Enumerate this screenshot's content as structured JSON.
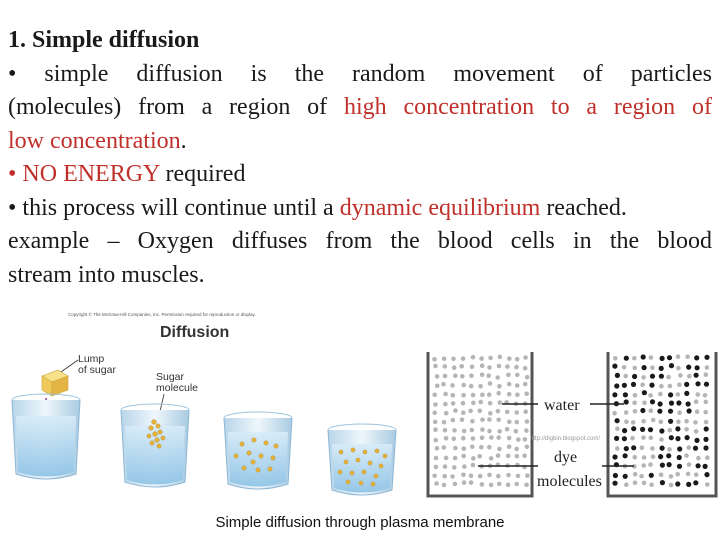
{
  "slide": {
    "title": "1. Simple diffusion",
    "line1": "• simple diffusion is the random movement of particles",
    "line2_a": "(molecules) from a region of ",
    "line2_b": "high concentration to a region of",
    "line3_a": "low concentration",
    "line3_b": ".",
    "line4_a": "• NO ENERGY",
    "line4_b": " required",
    "line5_a": "• this process will continue until a ",
    "line5_b": "dynamic equilibrium",
    "line5_c": " reached.",
    "line6": "example – Oxygen diffuses from the blood cells in the blood",
    "line7": "stream into muscles."
  },
  "left_figure": {
    "copyright": "Copyright © The McGraw-Hill Companies, Inc. Permission required for reproduction or display.",
    "heading": "Diffusion",
    "label_lump_1": "Lump",
    "label_lump_2": "of sugar",
    "label_sugar_1": "Sugar",
    "label_sugar_2": "molecule"
  },
  "right_figure": {
    "label_water": "water",
    "label_dye_1": "dye",
    "label_dye_2": "molecules",
    "watermark": "http://digbin.blogspot.com/"
  },
  "caption": "Simple diffusion through plasma membrane",
  "colors": {
    "accent_red": "#c0302a",
    "text": "#1a1a1a"
  }
}
